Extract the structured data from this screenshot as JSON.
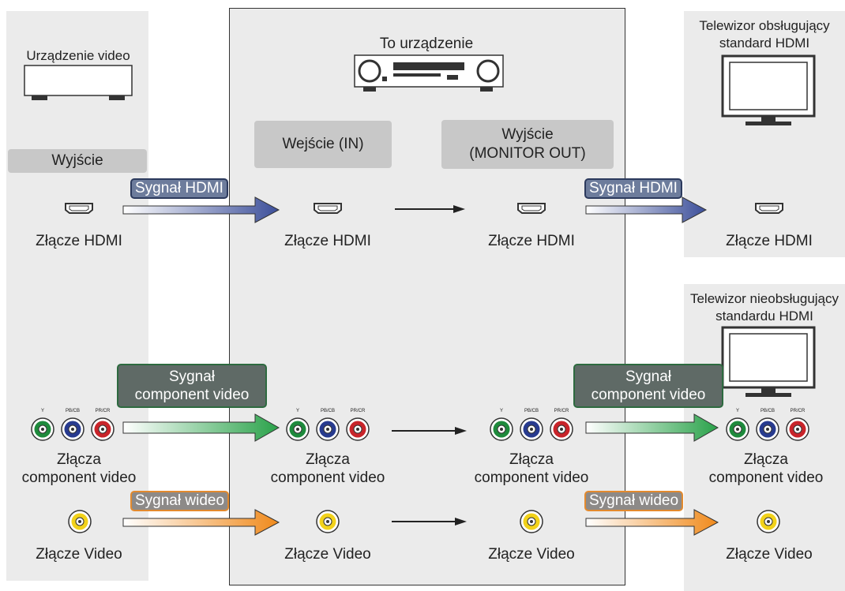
{
  "source_panel": {
    "device_label": "Urządzenie video",
    "output_pill": "Wyjście"
  },
  "center_panel": {
    "device_label": "To urządzenie",
    "input_pill": "Wejście (IN)",
    "output_pill_line1": "Wyjście",
    "output_pill_line2": "(MONITOR OUT)"
  },
  "tv_hdmi_panel": {
    "label_line1": "Telewizor obsługujący",
    "label_line2": "standard HDMI"
  },
  "tv_nonhdmi_panel": {
    "label_line1": "Telewizor nieobsługujący",
    "label_line2": "standardu HDMI"
  },
  "signals": {
    "hdmi": "Sygnał HDMI",
    "component_line1": "Sygnał",
    "component_line2": "component video",
    "video": "Sygnał wideo"
  },
  "connectors": {
    "hdmi": "Złącze HDMI",
    "component_line1": "Złącza",
    "component_line2": "component video",
    "video": "Złącze Video"
  },
  "component_jack_labels": [
    "Y",
    "PB/CB",
    "PR/CR"
  ],
  "colors": {
    "panel": "#ebebeb",
    "pill": "#c8c8c8",
    "hdmi_arrow": "#3c4f9a",
    "component_arrow": "#2aa24a",
    "video_arrow": "#f08a1c",
    "jack_green": "#1e8a3c",
    "jack_blue": "#283b8f",
    "jack_red": "#c8242a",
    "jack_yellow": "#f2d21a"
  }
}
